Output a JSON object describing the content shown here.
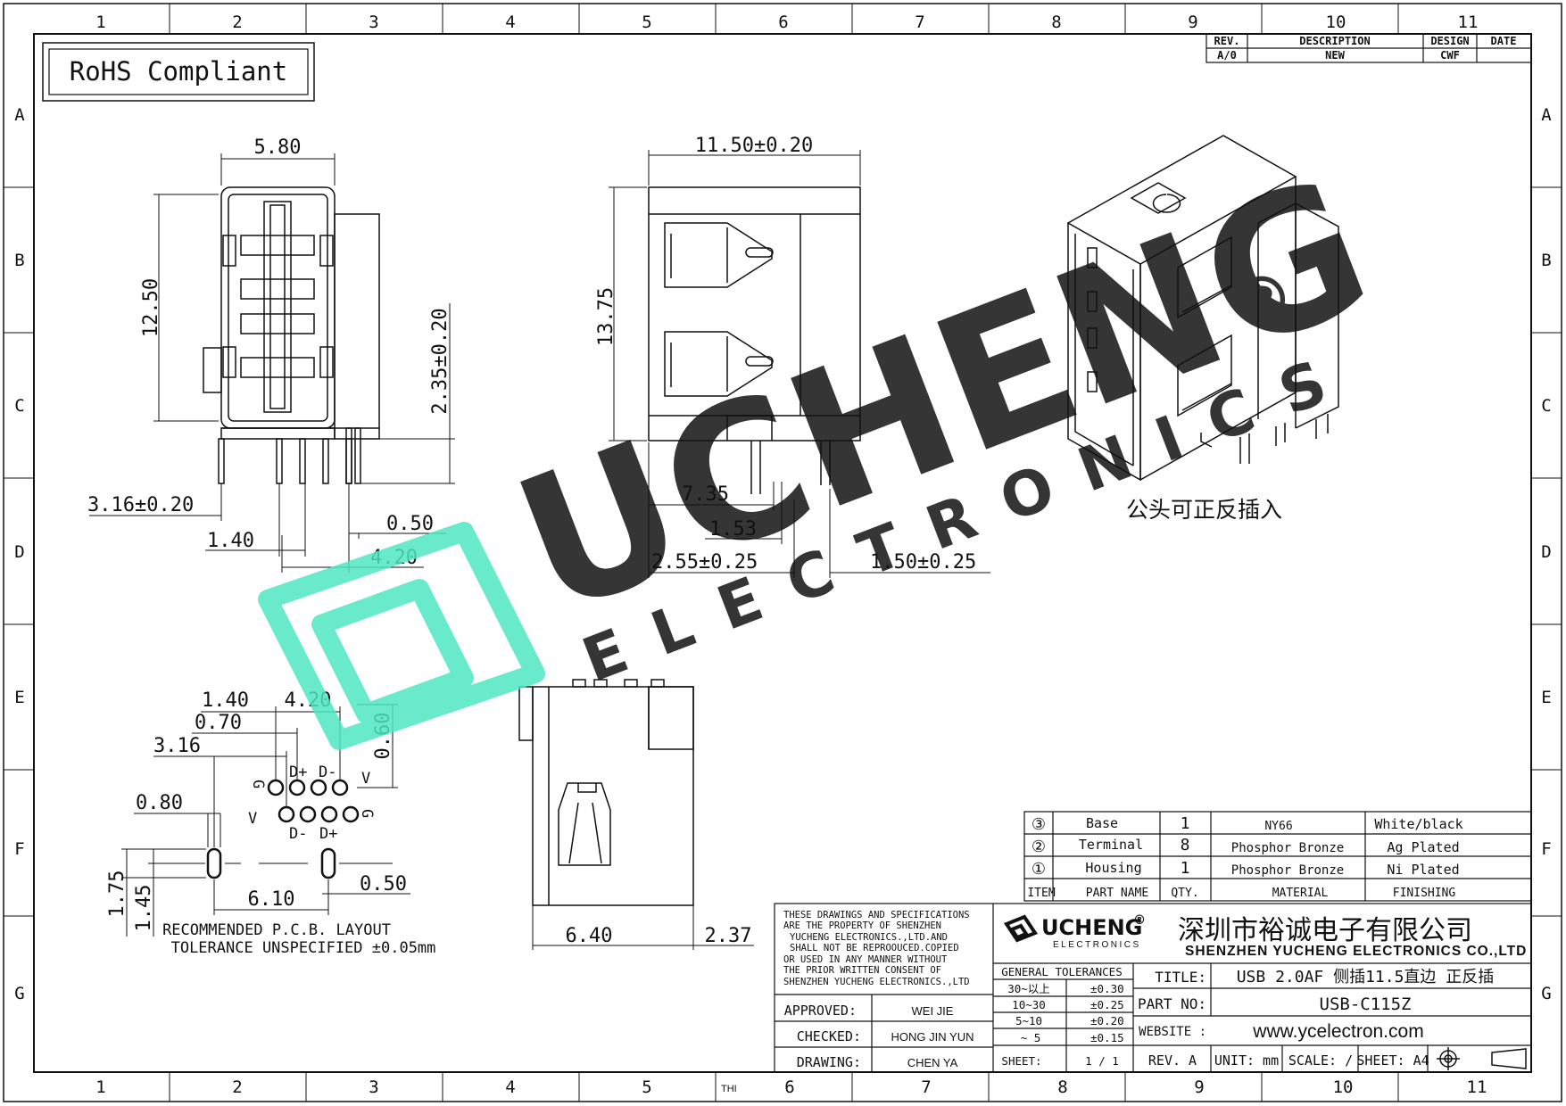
{
  "rohs_label": "RoHS Compliant",
  "grid": {
    "columns": [
      "1",
      "2",
      "3",
      "4",
      "5",
      "6",
      "7",
      "8",
      "9",
      "10",
      "11"
    ],
    "rows": [
      "A",
      "B",
      "C",
      "D",
      "E",
      "F",
      "G"
    ]
  },
  "revision_table": {
    "headers": [
      "REV.",
      "DESCRIPTION",
      "DESIGN",
      "DATE"
    ],
    "row": {
      "rev": "A/0",
      "description": "NEW",
      "design": "CWF",
      "date": ""
    }
  },
  "dimensions": {
    "front_width": "5.80",
    "front_height": "12.50",
    "pin_height": "2.35±0.20",
    "offset": "3.16±0.20",
    "pitch": "1.40",
    "pin_width": "0.50",
    "span": "4.20",
    "side_width": "11.50±0.20",
    "side_height": "13.75",
    "d735": "7.35",
    "d153": "1.53",
    "d255": "2.55±0.25",
    "d150": "1.50±0.25",
    "top_width": "6.40",
    "top_ext": "2.37"
  },
  "pcb": {
    "d420": "4.20",
    "d140": "1.40",
    "d070": "0.70",
    "d316": "3.16",
    "d060": "0.60",
    "d080": "0.80",
    "d610": "6.10",
    "d050": "0.50",
    "d175": "1.75",
    "d145": "1.45",
    "label_dp": "D+",
    "label_dm": "D-",
    "label_v": "V",
    "label_g": "G",
    "title": "RECOMMENDED   P.C.B. LAYOUT",
    "tolerance": "TOLERANCE  UNSPECIFIED  ±0.05mm"
  },
  "note_cn": "公头可正反插入",
  "watermark": {
    "brand": "UCHENG",
    "sub": "ELECTRONICS",
    "reg": "®"
  },
  "bom": {
    "rows": [
      {
        "no": "③",
        "part": "Base",
        "qty": "1",
        "material": "NY66",
        "finishing": "White/black"
      },
      {
        "no": "②",
        "part": "Terminal",
        "qty": "8",
        "material": "Phosphor Bronze",
        "finishing": "Ag  Plated"
      },
      {
        "no": "①",
        "part": "Housing",
        "qty": "1",
        "material": "Phosphor Bronze",
        "finishing": "Ni  Plated"
      }
    ],
    "headers": {
      "item": "ITEM",
      "part": "PART  NAME",
      "qty": "QTY.",
      "material": "MATERIAL",
      "finishing": "FINISHING"
    }
  },
  "title_block": {
    "notice": [
      "THESE DRAWINGS AND SPECIFICATIONS",
      "ARE THE PROPERTY OF SHENZHEN",
      "YUCHENG ELECTRONICS.,LTD.AND",
      "SHALL NOT BE REPROOUCED.COPIED",
      "OR USED IN ANY MANNER WITHOUT",
      "THE PRIOR WRITTEN CONSENT OF",
      "SHENZHEN YUCHENG ELECTRONICS.,LTD"
    ],
    "logo_name": "UCHENG",
    "logo_sub": "ELECTRONICS",
    "company_cn": "深圳市裕诚电子有限公司",
    "company_en": "SHENZHEN YUCHENG ELECTRONICS CO.,LTD",
    "tolerances_header": "GENERAL TOLERANCES",
    "tolerances": [
      {
        "range": "30~以上",
        "tol": "±0.30"
      },
      {
        "range": "10~30",
        "tol": "±0.25"
      },
      {
        "range": "5~10",
        "tol": "±0.20"
      },
      {
        "range": "~ 5",
        "tol": "±0.15"
      }
    ],
    "sheet_label": "SHEET:",
    "sheet_value": "1 / 1",
    "approved_label": "APPROVED:",
    "approved_value": "WEI JIE",
    "checked_label": "CHECKED:",
    "checked_value": "HONG JIN YUN",
    "drawing_label": "DRAWING:",
    "drawing_value": "CHEN YA",
    "title_label": "TITLE:",
    "title_value": "USB 2.0AF 侧插11.5直边 正反插",
    "part_no_label": "PART NO:",
    "part_no_value": "USB-C115Z",
    "website_label": "WEBSITE :",
    "website_value": "www.ycelectron.com",
    "rev": "REV. A",
    "unit": "UNIT: mm",
    "scale": "SCALE: /",
    "sheet_size": "SHEET: A4",
    "thi": "THI"
  }
}
